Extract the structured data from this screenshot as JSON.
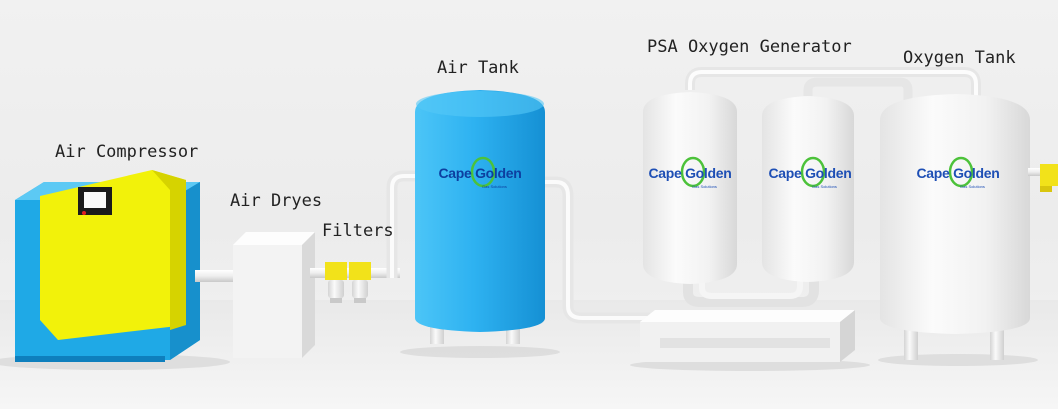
{
  "labels": {
    "air_compressor": "Air Compressor",
    "air_dryer": "Air Dryes",
    "filters": "Filters",
    "air_tank": "Air Tank",
    "psa_generator": "PSA Oxygen Generator",
    "oxygen_tank": "Oxygen Tank"
  },
  "logo": {
    "brand": "Cape Golden",
    "tagline": "Gas Solutions"
  },
  "colors": {
    "compressor_body": "#1fa9e6",
    "compressor_panel": "#f2f20a",
    "air_tank": "#27aef0",
    "vessels": "#f7f7f7",
    "pipes": "#f4f4f4",
    "filter_accent": "#f2e21a",
    "logo_ring": "#4cc23a",
    "logo_text": "#1e4fb5"
  }
}
